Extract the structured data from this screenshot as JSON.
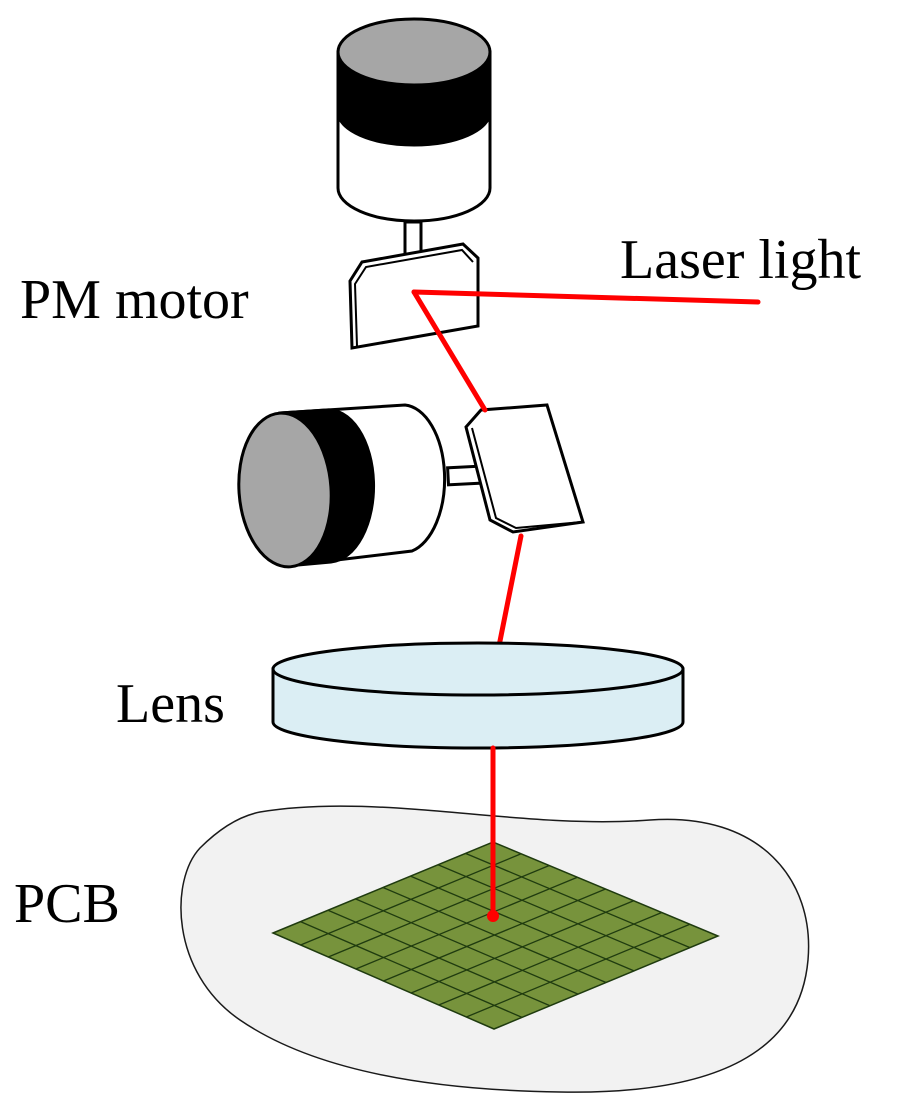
{
  "labels": {
    "laser_light": "Laser light",
    "pm_motor": "PM motor",
    "lens": "Lens",
    "pcb": "PCB"
  },
  "colors": {
    "laser": "#ff0000",
    "motor_cap": "#a6a6a6",
    "motor_band": "#000000",
    "lens_fill": "#dbeef4",
    "pcb_fill": "#77933c",
    "pcb_grid": "#1f3b0f",
    "background_blob": "#f2f2f2",
    "outline": "#000000"
  },
  "pcb_grid": {
    "rows": 8,
    "cols": 8
  }
}
